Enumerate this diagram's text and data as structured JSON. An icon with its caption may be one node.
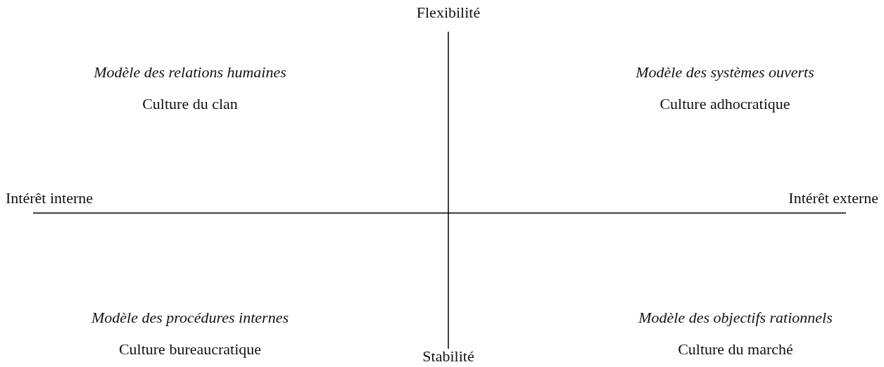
{
  "diagram": {
    "labels": [
      "Flexibilité",
      "Modèle des relations humaines",
      "Modèle des systèmes ouverts",
      "Culture du clan",
      "Culture adhocratique",
      "Intérêt interne",
      "Intérêt externe",
      "Modèle des procédures internes",
      "Modèle des objectifs rationnels",
      "Culture bureaucratique",
      "Culture du marché",
      "Stabilité"
    ]
  }
}
